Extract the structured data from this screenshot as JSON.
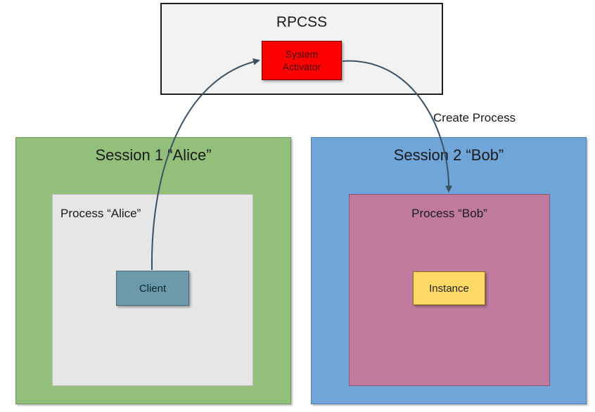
{
  "rpcss": {
    "title": "RPCSS"
  },
  "system_activator": {
    "line1": "System",
    "line2": "Activator"
  },
  "session1": {
    "title": "Session 1 “Alice”",
    "process_title": "Process “Alice”",
    "client_label": "Client"
  },
  "session2": {
    "title": "Session 2 “Bob”",
    "process_title": "Process “Bob”",
    "instance_label": "Instance"
  },
  "arrow_label": "Create Process",
  "colors": {
    "rpcss_bg": "#f2f2f2",
    "system_activator": "#ff0000",
    "session1": "#92c07b",
    "session2": "#6fa5d9",
    "process_alice": "#e6e6e6",
    "process_bob": "#c07a9d",
    "client": "#6c9aaa",
    "instance": "#ffd966",
    "arrow": "#3b5166"
  }
}
